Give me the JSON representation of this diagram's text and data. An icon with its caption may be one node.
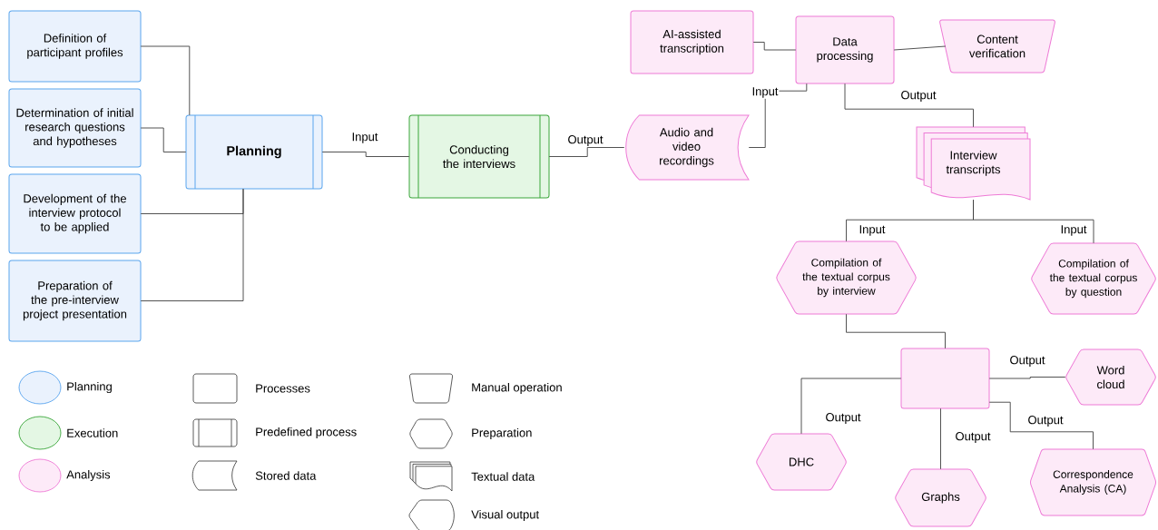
{
  "diagram": {
    "nodes": [
      {
        "text": [
          "Definition of participant profiles"
        ]
      },
      {
        "text": [
          "Determination of initial research questions and hypotheses"
        ]
      },
      {
        "text": [
          "Development of the interview protocol to be applied"
        ]
      },
      {
        "text": [
          "Preparation of the pre-interview project presentation"
        ]
      },
      {
        "text": [
          "Planning"
        ]
      },
      {
        "text": [
          "Conducting the interviews"
        ]
      },
      {
        "text": [
          "Audio and video recordings"
        ]
      },
      {
        "text": [
          "AI-assisted transcription"
        ]
      },
      {
        "text": [
          "Data processing"
        ]
      },
      {
        "text": [
          "Content verification"
        ]
      },
      {
        "text": [
          "Interview transcripts"
        ]
      },
      {
        "text": [
          "Compilation of the textual corpus by interview"
        ]
      },
      {
        "text": [
          "Compilation of the textual corpus by question"
        ]
      },
      {
        "text": [],
        "shape": "box"
      },
      {
        "text": [
          "Word cloud"
        ]
      },
      {
        "text": [
          "DHC"
        ]
      },
      {
        "text": [
          "Graphs"
        ]
      },
      {
        "text": [
          "Correspondence Analysis (CA)"
        ]
      }
    ],
    "edges": [
      {
        "from": 0,
        "to": 4,
        "arrow": "none"
      },
      {
        "from": 1,
        "to": 4,
        "arrow": "none"
      },
      {
        "from": 2,
        "to": 4,
        "arrow": "none"
      },
      {
        "from": 3,
        "to": 4,
        "arrow": "none"
      },
      {
        "from": 4,
        "to": 5,
        "arrow": "none",
        "label": "Input"
      },
      {
        "from": 5,
        "to": 6,
        "arrow": "none",
        "label": "Output"
      },
      {
        "from": 6,
        "to": 8,
        "arrow": "none",
        "label": "Input"
      },
      {
        "from": 7,
        "to": 8,
        "arrow": "none"
      },
      {
        "from": 8,
        "to": 9,
        "arrow": "none"
      },
      {
        "from": 8,
        "to": 10,
        "arrow": "none",
        "label": "Output"
      },
      {
        "from": 10,
        "to": 11,
        "arrow": "none",
        "label": "Input"
      },
      {
        "from": 10,
        "to": 12,
        "arrow": "none",
        "label": "Input"
      },
      {
        "from": 11,
        "to": 13,
        "arrow": "none"
      },
      {
        "from": 13,
        "to": 14,
        "arrow": "none",
        "label": "Output"
      },
      {
        "from": 13,
        "to": 15,
        "arrow": "none",
        "label": "Output"
      },
      {
        "from": 13,
        "to": 16,
        "arrow": "none",
        "label": "Output"
      },
      {
        "from": 13,
        "to": 17,
        "arrow": "none",
        "label": "Output"
      }
    ],
    "legend": [
      {
        "text": "Planning",
        "color": "#eaf2fd"
      },
      {
        "text": "Execution",
        "color": "#e4f7e4"
      },
      {
        "text": "Analysis",
        "color": "#fdeaf8"
      },
      {
        "text": "Processes"
      },
      {
        "text": "Predefined process"
      },
      {
        "text": "Stored data"
      },
      {
        "text": "Manual operation"
      },
      {
        "text": "Preparation"
      },
      {
        "text": "Textual data"
      },
      {
        "text": "Visual output"
      }
    ]
  }
}
